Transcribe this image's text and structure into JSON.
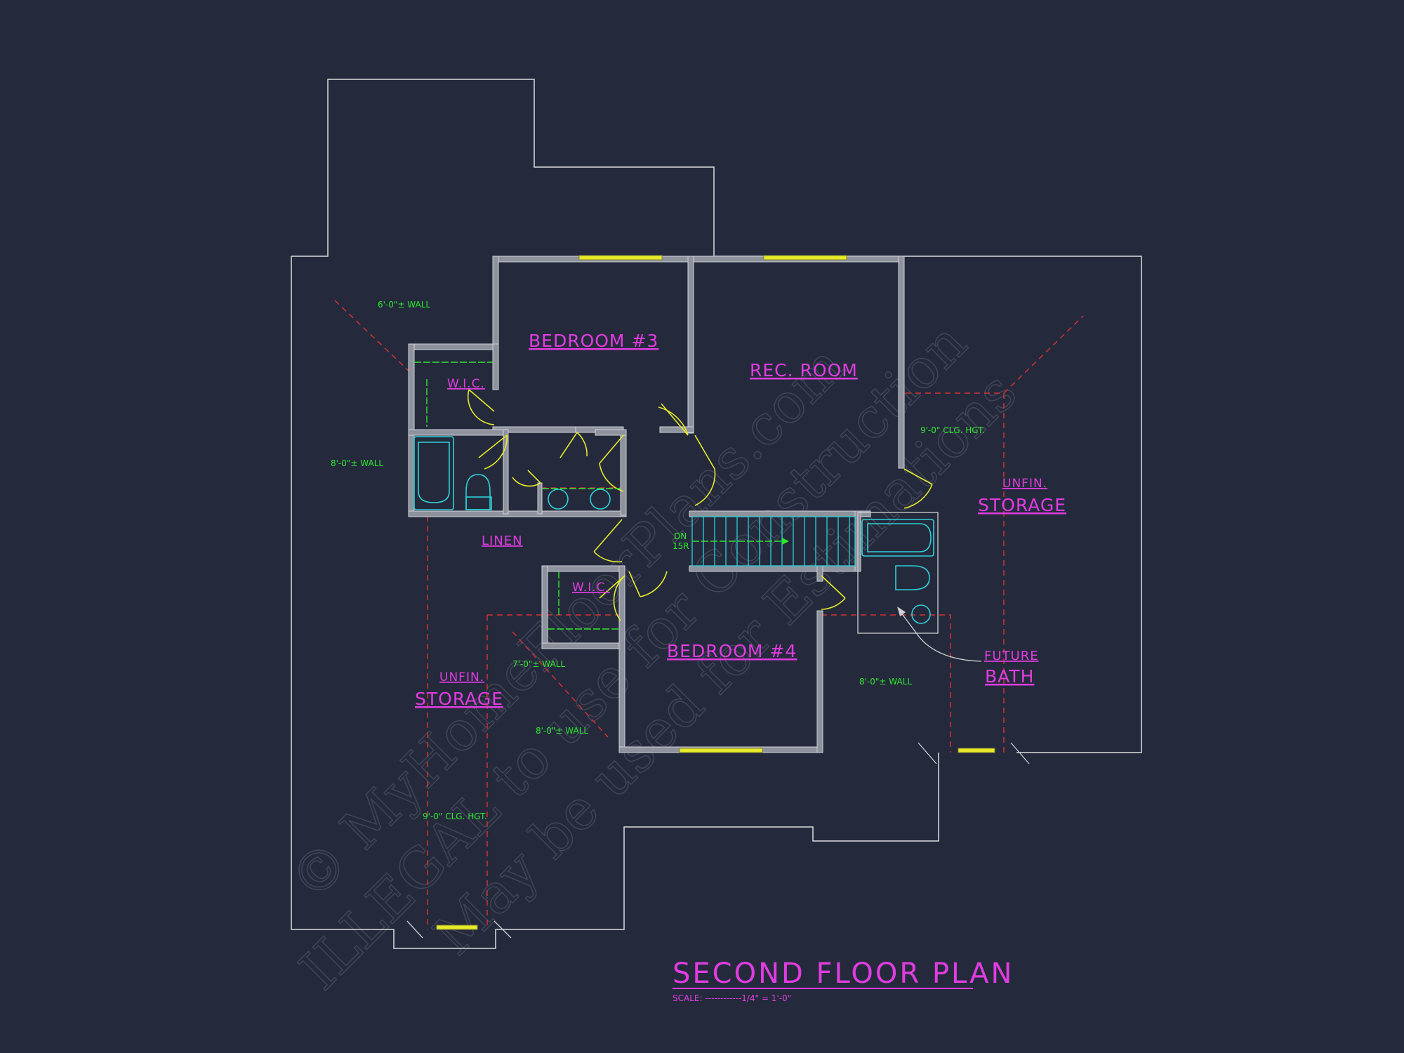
{
  "rooms": {
    "bedroom3": "BEDROOM #3",
    "rec_room": "REC. ROOM",
    "bedroom4": "BEDROOM #4",
    "wic_upper": "W.I.C.",
    "wic_lower": "W.I.C.",
    "linen": "LINEN",
    "unfin_right_1": "UNFIN.",
    "unfin_right_2": "STORAGE",
    "unfin_left_1": "UNFIN.",
    "unfin_left_2": "STORAGE",
    "future_bath_1": "FUTURE",
    "future_bath_2": "BATH"
  },
  "notes": {
    "wall_6": "6'-0\"± WALL",
    "wall_8_left": "8'-0\"± WALL",
    "clg_9_right": "9'-0\" CLG. HGT.",
    "wall_7": "7'-0\"± WALL",
    "wall_8_mid": "8'-0\"± WALL",
    "wall_8_right": "8'-0\"± WALL",
    "clg_9_left": "9'-0\" CLG. HGT."
  },
  "stairs": {
    "direction": "DN",
    "risers": "15R"
  },
  "title": {
    "main": "SECOND FLOOR PLAN",
    "scale": "SCALE: ------------1/4\" = 1'-0\""
  },
  "watermark": {
    "line1": "© MyHomeFloorPlans.com",
    "line2": "ILLEGAL to use for Construction",
    "line3": "May be used for Estimations"
  },
  "colors": {
    "background": "#242a3c",
    "room_label": "#e13ce0",
    "note": "#2ee82e",
    "door": "#e6ea2a",
    "fixture": "#2ed0d8",
    "dashed_line": "#d23131"
  }
}
